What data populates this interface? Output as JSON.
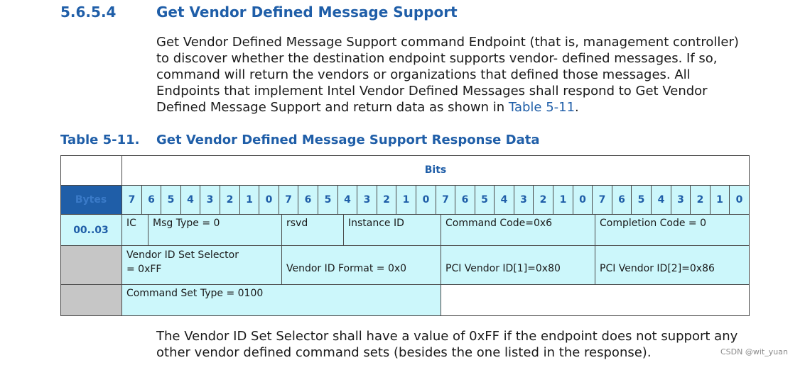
{
  "section": {
    "number": "5.6.5.4",
    "title": "Get Vendor Defined Message Support"
  },
  "intro": {
    "text": "Get Vendor Defined Message Support command Endpoint (that is, management controller) to discover whether the destination endpoint supports vendor- defined messages. If so, command will return the vendors or organizations that defined those messages. All Endpoints that implement Intel Vendor Defined Messages shall respond to Get Vendor Defined Message Support and return data as shown in ",
    "link": "Table 5-11",
    "tail": "."
  },
  "table": {
    "caption_number": "Table 5-11.",
    "caption_title": "Get Vendor Defined Message Support Response Data",
    "bits_header": "Bits",
    "bytes_header": "Bytes",
    "bit_labels": [
      "7",
      "6",
      "5",
      "4",
      "3",
      "2",
      "1",
      "0",
      "7",
      "6",
      "5",
      "4",
      "3",
      "2",
      "1",
      "0",
      "7",
      "6",
      "5",
      "4",
      "3",
      "2",
      "1",
      "0",
      "7",
      "6",
      "5",
      "4",
      "3",
      "2",
      "1",
      "0"
    ],
    "row1": {
      "label": "00..03",
      "ic": "IC",
      "msg_type": "Msg Type = 0",
      "rsvd": "rsvd",
      "instance_id": "Instance ID",
      "command_code": "Command Code=0x6",
      "completion_code": "Completion Code = 0"
    },
    "row2": {
      "selector_line1": "Vendor ID Set Selector",
      "selector_line2": "= 0xFF",
      "format": "Vendor ID Format = 0x0",
      "pci1": "PCI Vendor ID[1]=0x80",
      "pci2": "PCI Vendor ID[2]=0x86"
    },
    "row3": {
      "command_set_type": "Command Set Type = 0100"
    }
  },
  "closing": {
    "text": "The Vendor ID Set Selector shall have a value of 0xFF if the endpoint does not support any other vendor defined command sets (besides the one listed in the response)."
  },
  "watermark": "CSDN @wit_yuan"
}
